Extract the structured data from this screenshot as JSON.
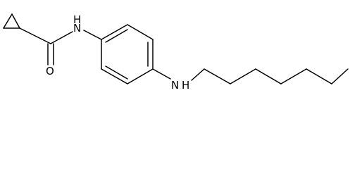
{
  "molecule": {
    "atoms": {
      "amide_nitrogen": "N",
      "amide_hydrogen": "H",
      "carbonyl_oxygen": "O",
      "amine_nitrogen": "N",
      "amine_hydrogen": "H"
    }
  },
  "colors": {
    "bond": "#000000",
    "label": "#000000",
    "background": "#ffffff"
  }
}
